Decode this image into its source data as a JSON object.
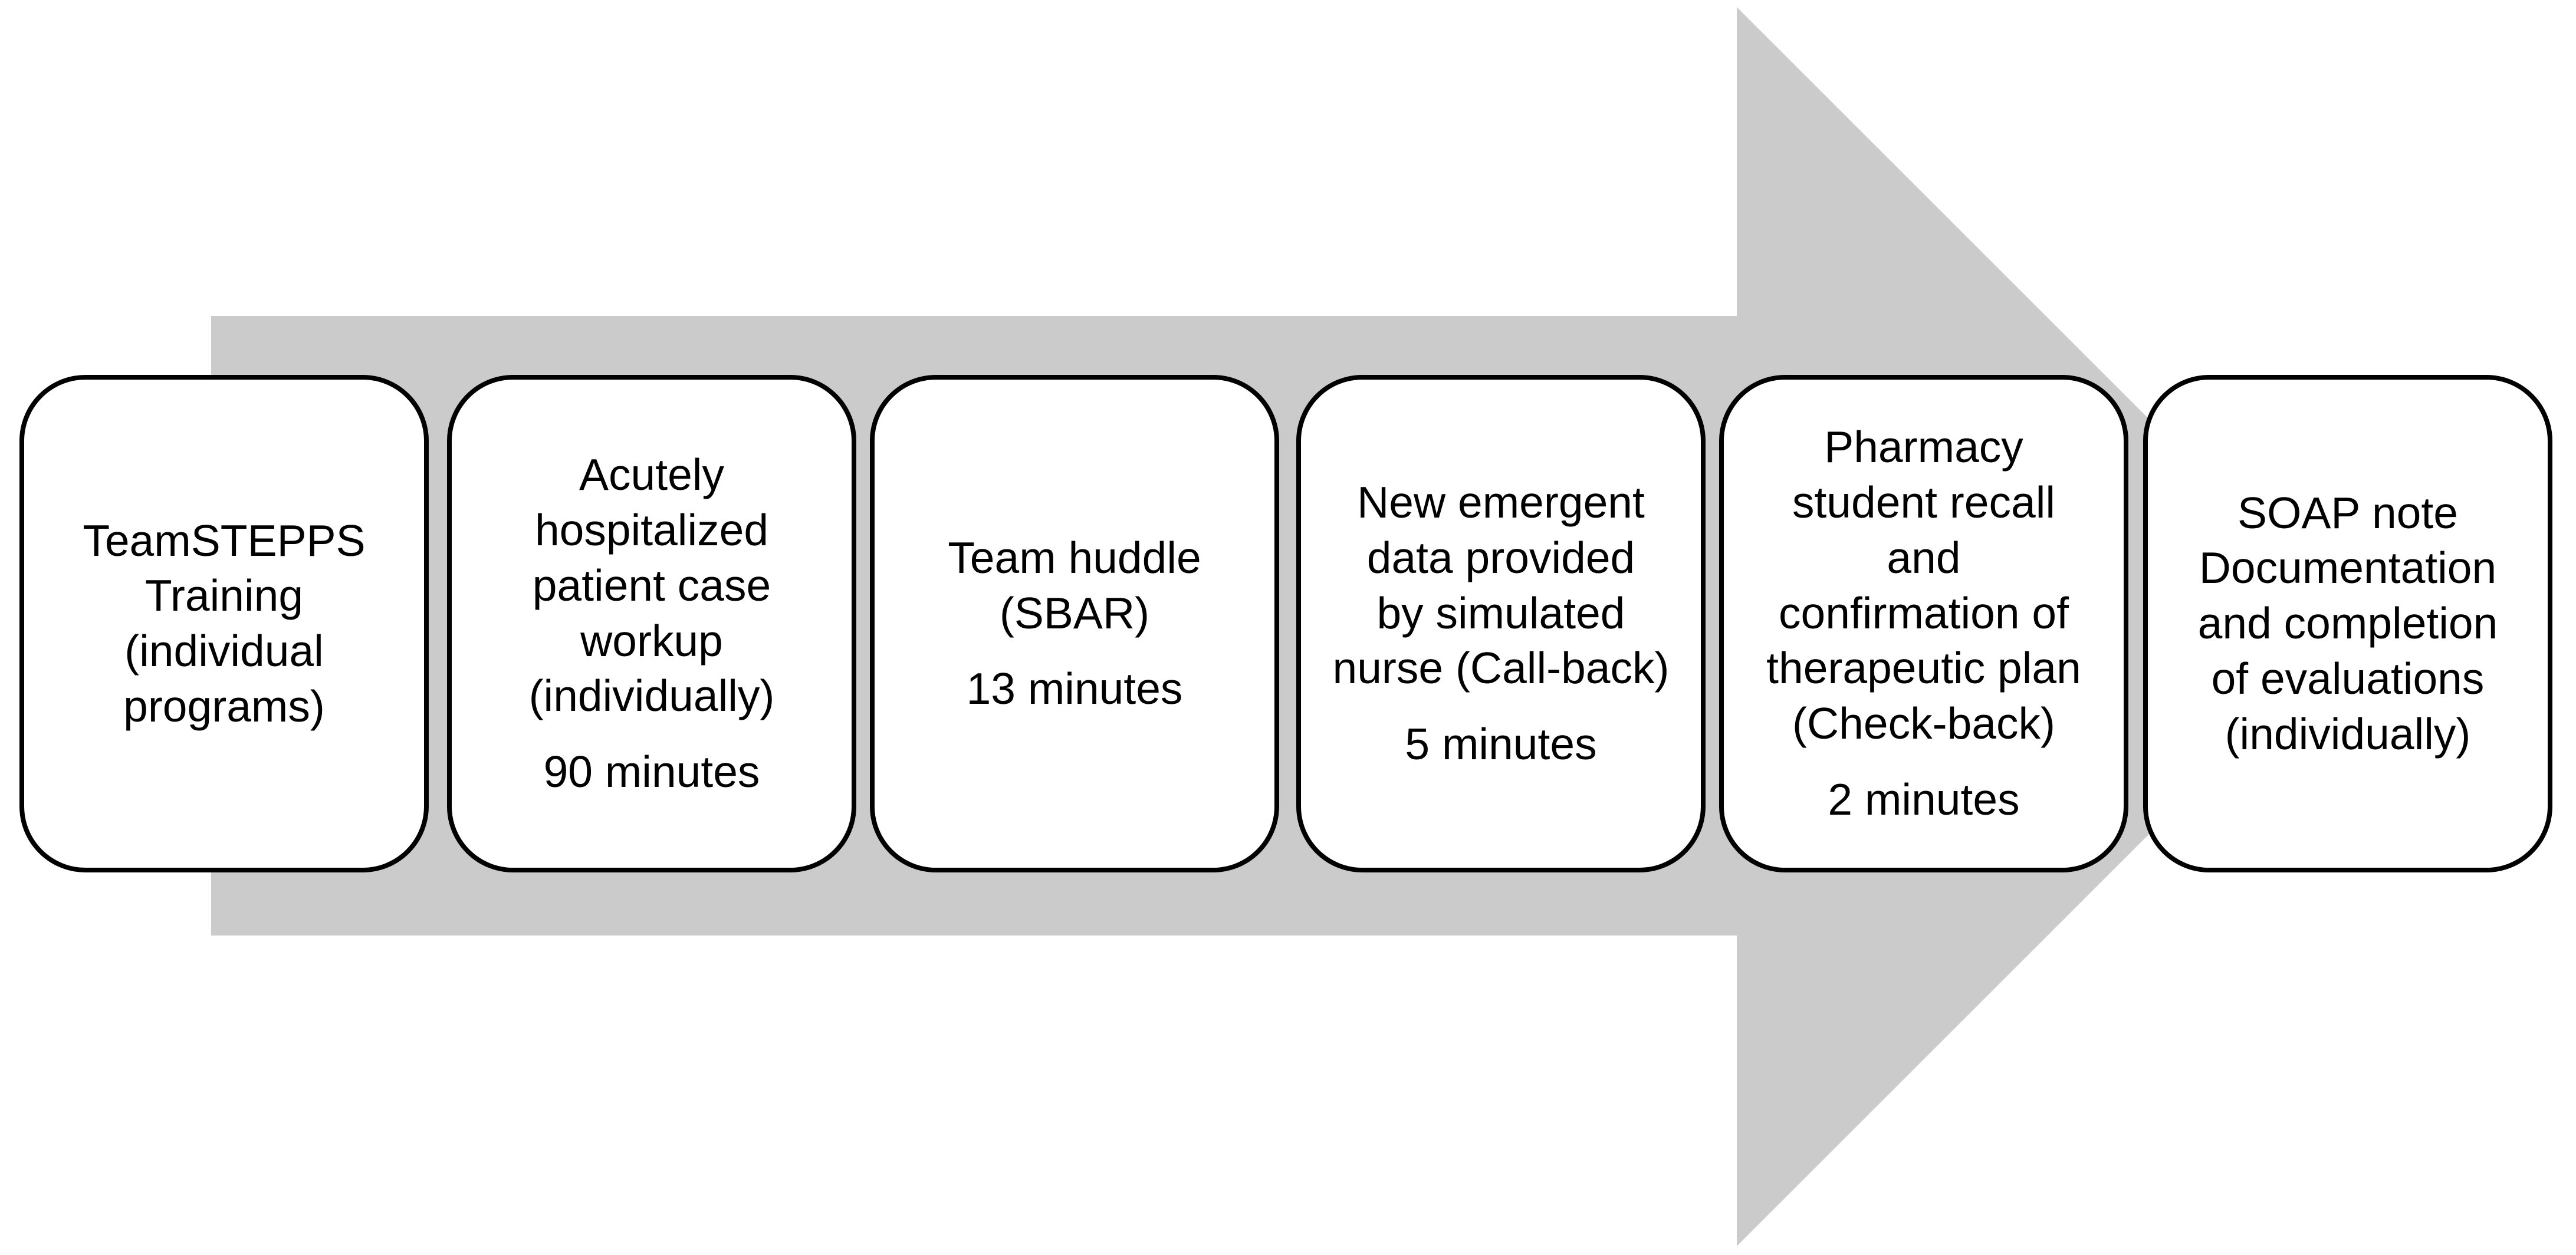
{
  "colors": {
    "background": "#ffffff",
    "arrow_fill": "#cbcbcb",
    "box_fill": "#ffffff",
    "box_border": "#000000",
    "text": "#000000"
  },
  "arrow": {
    "shape": "right-arrow",
    "direction": "left-to-right"
  },
  "stages": [
    {
      "label": "TeamSTEPPS\nTraining\n(individual\nprograms)",
      "duration": ""
    },
    {
      "label": "Acutely\nhospitalized\npatient case\nworkup\n(individually)",
      "duration": "90 minutes"
    },
    {
      "label": "Team huddle\n(SBAR)",
      "duration": "13 minutes"
    },
    {
      "label": "New emergent\ndata provided\nby simulated\nnurse (Call-back)",
      "duration": "5 minutes"
    },
    {
      "label": "Pharmacy\nstudent recall\nand\nconfirmation of\ntherapeutic plan\n(Check-back)",
      "duration": "2 minutes"
    },
    {
      "label": "SOAP note\nDocumentation\nand completion\nof evaluations\n(individually)",
      "duration": ""
    }
  ]
}
